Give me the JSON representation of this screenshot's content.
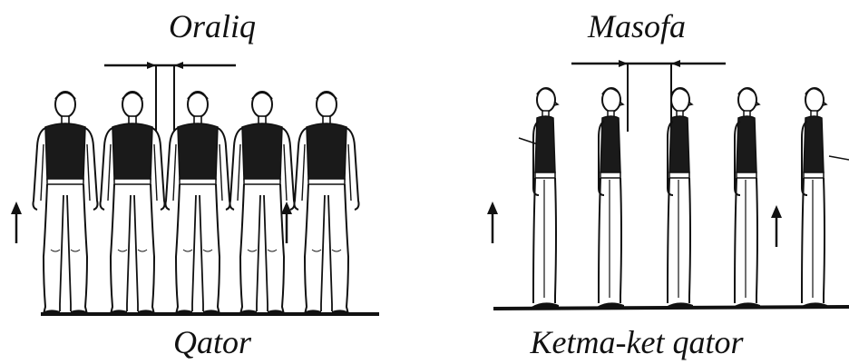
{
  "left": {
    "title": "Oraliq",
    "caption": "Qator",
    "figure_count": 5
  },
  "right": {
    "title": "Masofa",
    "caption": "Ketma-ket qator",
    "figure_count": 5
  },
  "colors": {
    "ink": "#111111",
    "paper": "#ffffff",
    "shirt": "#1a1a1a"
  }
}
